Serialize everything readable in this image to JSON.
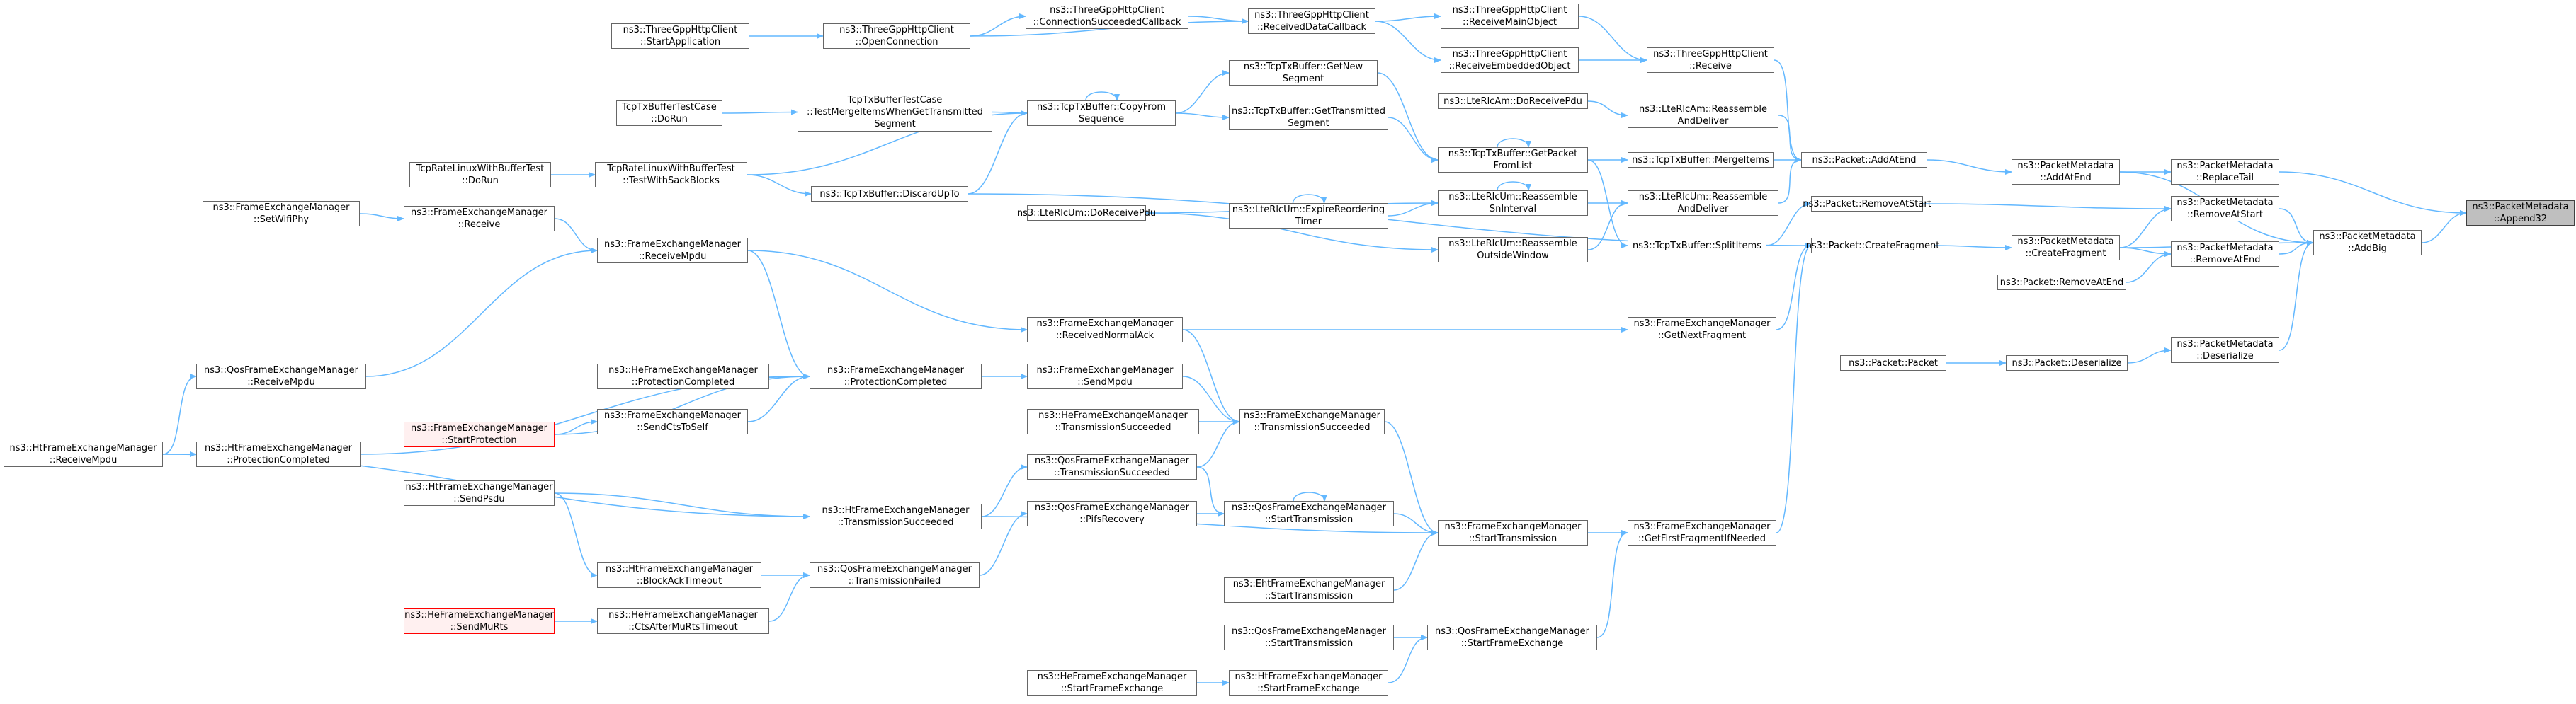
{
  "colors": {
    "edge": "#63b8ff",
    "border": "#666666",
    "root_fill": "#bfbfbf",
    "red_border": "#ff0000",
    "red_fill": "#fff0f0"
  },
  "nodes": {
    "n1": {
      "lines": [
        "ns3::PacketMetadata",
        "::Append32"
      ],
      "style": "root"
    },
    "n2": {
      "lines": [
        "ns3::PacketMetadata",
        "::AddBig"
      ]
    },
    "n3": {
      "lines": [
        "ns3::PacketMetadata",
        "::ReplaceTail"
      ]
    },
    "n4": {
      "lines": [
        "ns3::PacketMetadata",
        "::RemoveAtStart"
      ]
    },
    "n5": {
      "lines": [
        "ns3::PacketMetadata",
        "::RemoveAtEnd"
      ]
    },
    "n6": {
      "lines": [
        "ns3::PacketMetadata",
        "::Deserialize"
      ]
    },
    "n7": {
      "lines": [
        "ns3::PacketMetadata",
        "::AddAtEnd"
      ]
    },
    "n8": {
      "lines": [
        "ns3::PacketMetadata",
        "::CreateFragment"
      ]
    },
    "n9": {
      "lines": [
        "ns3::Packet::RemoveAtEnd"
      ]
    },
    "n10": {
      "lines": [
        "ns3::Packet::Deserialize"
      ]
    },
    "n11": {
      "lines": [
        "ns3::Packet::Packet"
      ]
    },
    "n12": {
      "lines": [
        "ns3::Packet::AddAtEnd"
      ]
    },
    "n13": {
      "lines": [
        "ns3::Packet::RemoveAtStart"
      ]
    },
    "n14": {
      "lines": [
        "ns3::Packet::CreateFragment"
      ]
    },
    "n15": {
      "lines": [
        "ns3::ThreeGppHttpClient",
        "::Receive"
      ]
    },
    "n16": {
      "lines": [
        "ns3::LteRlcAm::Reassemble",
        "AndDeliver"
      ]
    },
    "n17": {
      "lines": [
        "ns3::TcpTxBuffer::MergeItems"
      ]
    },
    "n18": {
      "lines": [
        "ns3::LteRlcUm::Reassemble",
        "AndDeliver"
      ]
    },
    "n19": {
      "lines": [
        "ns3::TcpTxBuffer::SplitItems"
      ]
    },
    "n20": {
      "lines": [
        "ns3::FrameExchangeManager",
        "::GetNextFragment"
      ]
    },
    "n21": {
      "lines": [
        "ns3::FrameExchangeManager",
        "::GetFirstFragmentIfNeeded"
      ]
    },
    "n22": {
      "lines": [
        "ns3::ThreeGppHttpClient",
        "::ReceiveMainObject"
      ]
    },
    "n23": {
      "lines": [
        "ns3::ThreeGppHttpClient",
        "::ReceiveEmbeddedObject"
      ]
    },
    "n24": {
      "lines": [
        "ns3::LteRlcAm::DoReceivePdu"
      ]
    },
    "n25": {
      "lines": [
        "ns3::TcpTxBuffer::GetPacket",
        "FromList"
      ]
    },
    "n26": {
      "lines": [
        "ns3::LteRlcUm::Reassemble",
        "SnInterval"
      ]
    },
    "n27": {
      "lines": [
        "ns3::LteRlcUm::Reassemble",
        "OutsideWindow"
      ]
    },
    "n28": {
      "lines": [
        "ns3::FrameExchangeManager",
        "::StartTransmission"
      ]
    },
    "n29": {
      "lines": [
        "ns3::QosFrameExchangeManager",
        "::StartFrameExchange"
      ]
    },
    "n30": {
      "lines": [
        "ns3::ThreeGppHttpClient",
        "::ReceivedDataCallback"
      ]
    },
    "n31": {
      "lines": [
        "ns3::TcpTxBuffer::GetNew",
        "Segment"
      ]
    },
    "n32": {
      "lines": [
        "ns3::TcpTxBuffer::GetTransmitted",
        "Segment"
      ]
    },
    "n33": {
      "lines": [
        "ns3::LteRlcUm::ExpireReordering",
        "Timer"
      ]
    },
    "n34": {
      "lines": [
        "ns3::LteRlcUm::DoReceivePdu"
      ]
    },
    "n35": {
      "lines": [
        "ns3::FrameExchangeManager",
        "::TransmissionSucceeded"
      ]
    },
    "n36": {
      "lines": [
        "ns3::QosFrameExchangeManager",
        "::StartTransmission"
      ]
    },
    "n37": {
      "lines": [
        "ns3::HtFrameExchangeManager",
        "::TransmissionSucceeded"
      ]
    },
    "n38": {
      "lines": [
        "ns3::EhtFrameExchangeManager",
        "::StartTransmission"
      ]
    },
    "n39": {
      "lines": [
        "ns3::QosFrameExchangeManager",
        "::StartTransmission"
      ]
    },
    "n40": {
      "lines": [
        "ns3::HtFrameExchangeManager",
        "::StartFrameExchange"
      ]
    },
    "n41": {
      "lines": [
        "ns3::ThreeGppHttpClient",
        "::ConnectionSucceededCallback"
      ]
    },
    "n42": {
      "lines": [
        "ns3::ThreeGppHttpClient",
        "::OpenConnection"
      ]
    },
    "n43": {
      "lines": [
        "ns3::ThreeGppHttpClient",
        "::StartApplication"
      ]
    },
    "n44": {
      "lines": [
        "ns3::TcpTxBuffer::CopyFrom",
        "Sequence"
      ]
    },
    "n45": {
      "lines": [
        "TcpTxBufferTestCase",
        "::TestMergeItemsWhenGetTransmitted",
        "Segment"
      ]
    },
    "n46": {
      "lines": [
        "TcpTxBufferTestCase",
        "::DoRun"
      ]
    },
    "n47": {
      "lines": [
        "TcpRateLinuxWithBufferTest",
        "::TestWithSackBlocks"
      ]
    },
    "n48": {
      "lines": [
        "TcpRateLinuxWithBufferTest",
        "::DoRun"
      ]
    },
    "n49": {
      "lines": [
        "ns3::TcpTxBuffer::DiscardUpTo"
      ]
    },
    "n50": {
      "lines": [
        "ns3::FrameExchangeManager",
        "::ReceivedNormalAck"
      ]
    },
    "n51": {
      "lines": [
        "ns3::FrameExchangeManager",
        "::ReceiveMpdu"
      ]
    },
    "n52": {
      "lines": [
        "ns3::FrameExchangeManager",
        "::Receive"
      ]
    },
    "n53": {
      "lines": [
        "ns3::FrameExchangeManager",
        "::SetWifiPhy"
      ]
    },
    "n54": {
      "lines": [
        "ns3::QosFrameExchangeManager",
        "::ReceiveMpdu"
      ]
    },
    "n55": {
      "lines": [
        "ns3::HtFrameExchangeManager",
        "::ReceiveMpdu"
      ]
    },
    "n56": {
      "lines": [
        "ns3::FrameExchangeManager",
        "::SendMpdu"
      ]
    },
    "n57": {
      "lines": [
        "ns3::FrameExchangeManager",
        "::ProtectionCompleted"
      ]
    },
    "n58": {
      "lines": [
        "ns3::HeFrameExchangeManager",
        "::ProtectionCompleted"
      ]
    },
    "n59": {
      "lines": [
        "ns3::FrameExchangeManager",
        "::SendCtsToSelf"
      ]
    },
    "n60": {
      "lines": [
        "ns3::FrameExchangeManager",
        "::StartProtection"
      ],
      "style": "red"
    },
    "n61": {
      "lines": [
        "ns3::HtFrameExchangeManager",
        "::ProtectionCompleted"
      ]
    },
    "n62": {
      "lines": [
        "ns3::HeFrameExchangeManager",
        "::TransmissionSucceeded"
      ]
    },
    "n63": {
      "lines": [
        "ns3::QosFrameExchangeManager",
        "::TransmissionSucceeded"
      ]
    },
    "n64": {
      "lines": [
        "ns3::QosFrameExchangeManager",
        "::PifsRecovery"
      ]
    },
    "n65": {
      "lines": [
        "ns3::HtFrameExchangeManager",
        "::SendPsdu"
      ]
    },
    "n66": {
      "lines": [
        "ns3::QosFrameExchangeManager",
        "::TransmissionFailed"
      ]
    },
    "n67": {
      "lines": [
        "ns3::HtFrameExchangeManager",
        "::BlockAckTimeout"
      ]
    },
    "n68": {
      "lines": [
        "ns3::HeFrameExchangeManager",
        "::CtsAfterMuRtsTimeout"
      ]
    },
    "n69": {
      "lines": [
        "ns3::HeFrameExchangeManager",
        "::SendMuRts"
      ],
      "style": "red"
    },
    "n70": {
      "lines": [
        "ns3::HeFrameExchangeManager",
        "::StartFrameExchange"
      ]
    }
  }
}
